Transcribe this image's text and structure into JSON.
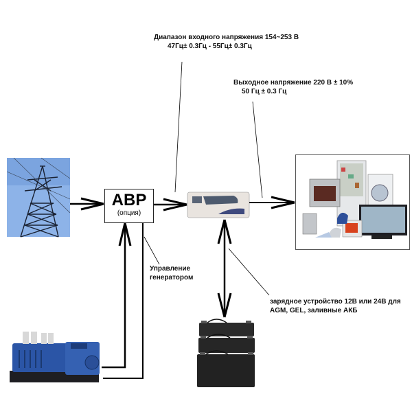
{
  "diagram": {
    "input_label": {
      "line1": "Диапазон входного напряжения 154~253 В",
      "line2": "47Гц± 0.3Гц - 55Гц± 0.3Гц"
    },
    "output_label": {
      "line1": "Выходное напряжение 220 В ± 10%",
      "line2": "50 Гц ± 0.3 Гц"
    },
    "abr": {
      "title": "АВР",
      "subtitle": "(опция)"
    },
    "generator_control_label": {
      "line1": "Управление",
      "line2": "генератором"
    },
    "charger_label": {
      "line1": "зарядное устройство 12В или 24В для",
      "line2": "AGM, GEL, заливные АКБ"
    },
    "nodes": [
      {
        "id": "power-line",
        "icon": "power-tower-icon"
      },
      {
        "id": "abr",
        "icon": "switch-box"
      },
      {
        "id": "inverter",
        "icon": "inverter-icon"
      },
      {
        "id": "appliances",
        "icon": "home-appliances-icon"
      },
      {
        "id": "generator",
        "icon": "diesel-generator-icon"
      },
      {
        "id": "batteries",
        "icon": "battery-stack-icon"
      }
    ],
    "colors": {
      "sky": "#7aa6e0",
      "generator": "#2c58a8",
      "battery": "#2a2a2a",
      "inverter": "#e8e4e0",
      "line": "#000000"
    }
  }
}
